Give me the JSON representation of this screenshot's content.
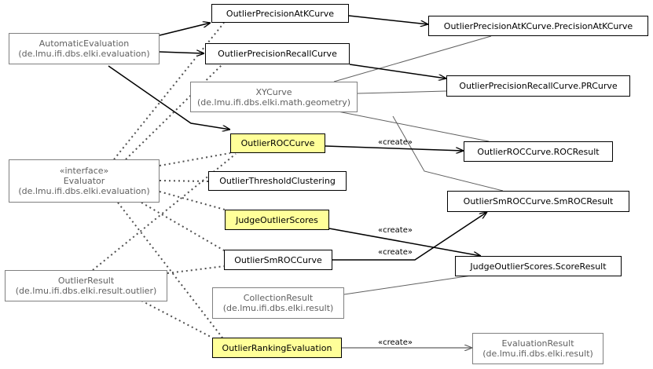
{
  "nodes": {
    "automatic_evaluation": {
      "name": "AutomaticEvaluation",
      "pkg": "(de.lmu.ifi.dbs.elki.evaluation)"
    },
    "evaluator": {
      "stereotype": "«interface»",
      "name": "Evaluator",
      "pkg": "(de.lmu.ifi.dbs.elki.evaluation)"
    },
    "outlier_result": {
      "name": "OutlierResult",
      "pkg": "(de.lmu.ifi.dbs.elki.result.outlier)"
    },
    "xy_curve": {
      "name": "XYCurve",
      "pkg": "(de.lmu.ifi.dbs.elki.math.geometry)"
    },
    "collection_result": {
      "name": "CollectionResult",
      "pkg": "(de.lmu.ifi.dbs.elki.result)"
    },
    "evaluation_result": {
      "name": "EvaluationResult",
      "pkg": "(de.lmu.ifi.dbs.elki.result)"
    },
    "outlier_precision_at_k_curve": {
      "name": "OutlierPrecisionAtKCurve"
    },
    "outlier_precision_recall_curve": {
      "name": "OutlierPrecisionRecallCurve"
    },
    "outlier_roc_curve": {
      "name": "OutlierROCCurve"
    },
    "outlier_threshold_clustering": {
      "name": "OutlierThresholdClustering"
    },
    "judge_outlier_scores": {
      "name": "JudgeOutlierScores"
    },
    "outlier_sm_roc_curve": {
      "name": "OutlierSmROCCurve"
    },
    "outlier_ranking_evaluation": {
      "name": "OutlierRankingEvaluation"
    },
    "precision_at_k_curve": {
      "name": "OutlierPrecisionAtKCurve.PrecisionAtKCurve"
    },
    "pr_curve": {
      "name": "OutlierPrecisionRecallCurve.PRCurve"
    },
    "roc_result": {
      "name": "OutlierROCCurve.ROCResult"
    },
    "sm_roc_result": {
      "name": "OutlierSmROCCurve.SmROCResult"
    },
    "score_result": {
      "name": "JudgeOutlierScores.ScoreResult"
    }
  },
  "edge_labels": {
    "create_roc": "«create»",
    "create_judge": "«create»",
    "create_smroc": "«create»",
    "create_ranking": "«create»"
  },
  "colors": {
    "highlight_fill": "#ffff99",
    "external_border": "#808080",
    "external_text": "#606060",
    "solid_edge": "#000000",
    "gray_edge": "#606060"
  }
}
